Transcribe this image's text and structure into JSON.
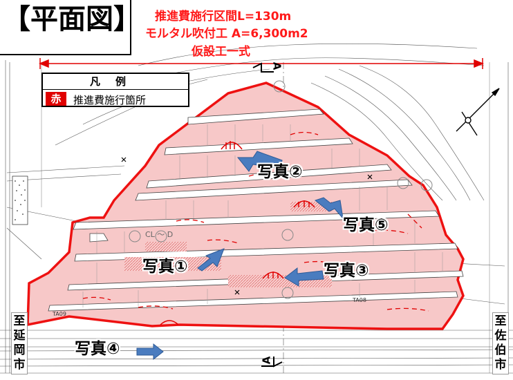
{
  "title": "【平面図】",
  "info": {
    "line1": "推進費施行区間L=130m",
    "line2": "モルタル吹付工 A=6,300m2",
    "line3": "仮設工一式"
  },
  "legend": {
    "title": "凡例",
    "swatch_label": "赤",
    "item_label": "推進費施行箇所"
  },
  "photos": {
    "p1": "写真①",
    "p2": "写真②",
    "p3": "写真③",
    "p4": "写真④",
    "p5": "写真⑤"
  },
  "annotations": {
    "cl_d": "CL ～ D",
    "ta_left": "TA09",
    "ta_right": "TA08"
  },
  "section": {
    "label": "A"
  },
  "directions": {
    "nobeoka": "至延岡市",
    "saiki": "至佐伯市"
  },
  "colors": {
    "area_fill": "#f7c8c8",
    "area_border": "#ee1111",
    "info_text": "#ff1a1a",
    "photo_arrow": "#4a7cbf",
    "legend_swatch": "#e00000"
  }
}
